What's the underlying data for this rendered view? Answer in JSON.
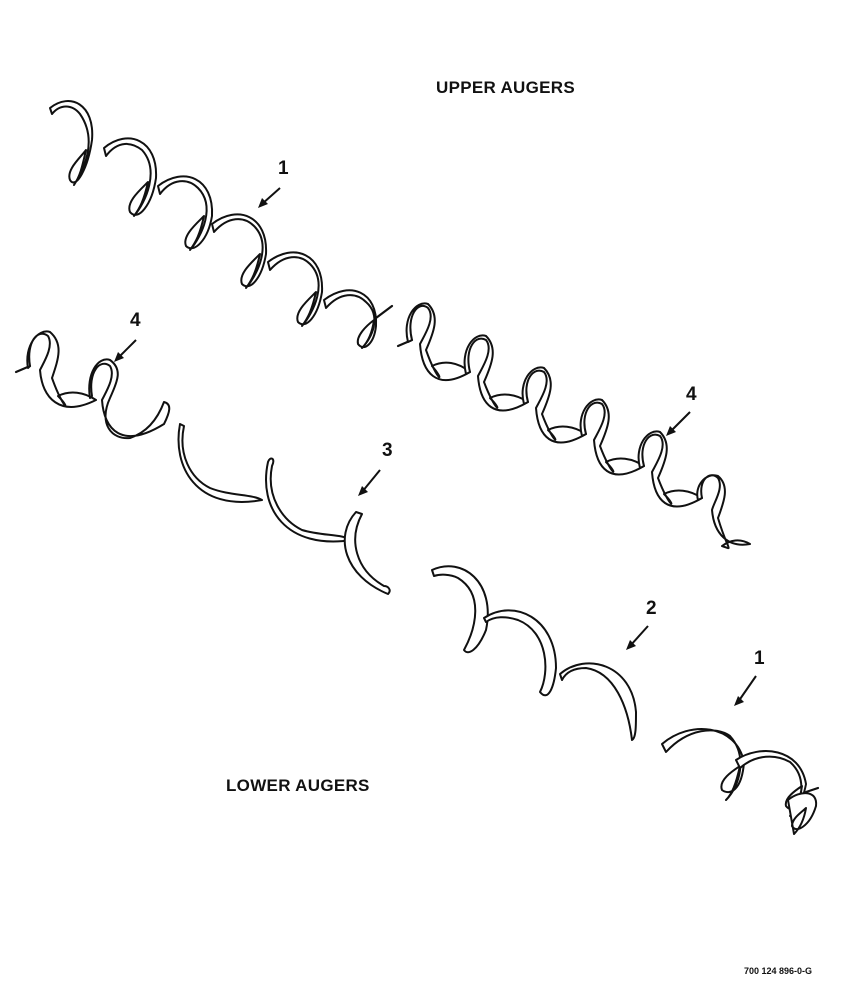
{
  "labels": {
    "upper": "UPPER AUGERS",
    "lower": "LOWER AUGERS",
    "drawing_number": "700 124 896-0-G"
  },
  "callouts": [
    "1",
    "4",
    "4",
    "3",
    "2",
    "1"
  ]
}
